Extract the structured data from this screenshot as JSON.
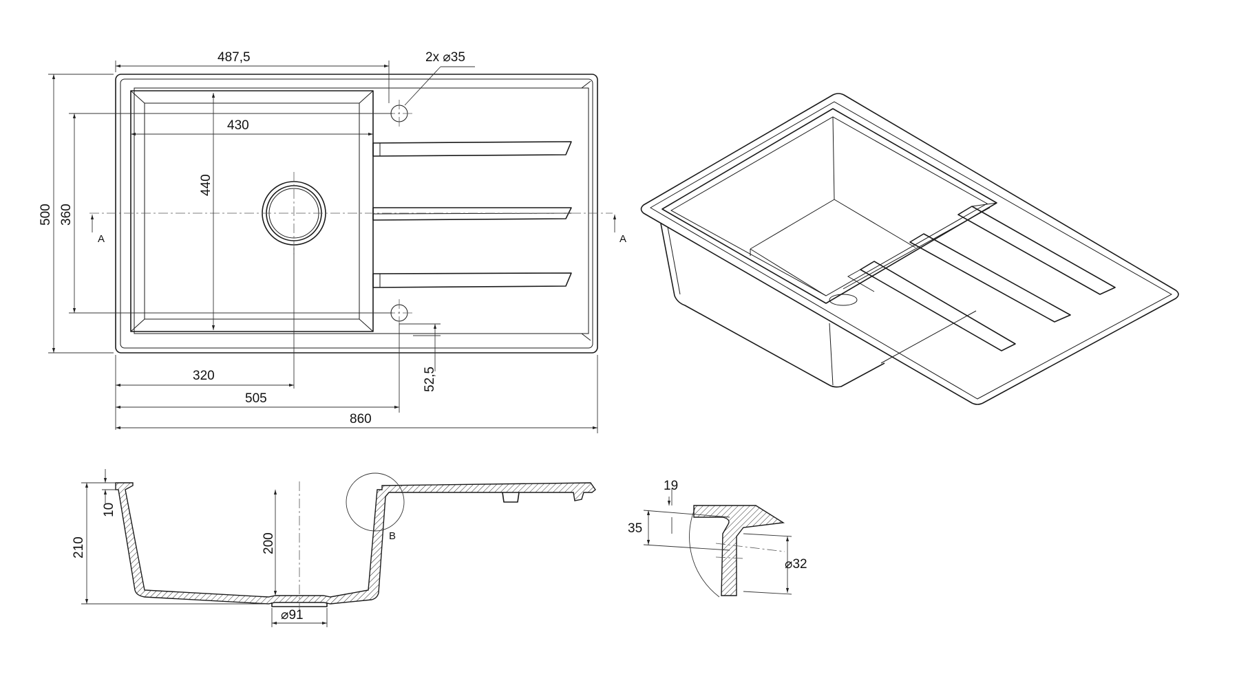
{
  "top_view": {
    "dims": {
      "bowl_center_x": "487,5",
      "tap_holes": "2x ⌀35",
      "bowl_width": "430",
      "bowl_length": "440",
      "overall_depth": "500",
      "bowl_depth": "360",
      "drain_offset": "320",
      "hole_offset": "505",
      "overall_width": "860",
      "hole_edge_offset": "52,5"
    },
    "section_marker": "A"
  },
  "section_view": {
    "dims": {
      "flange": "10",
      "total_height": "210",
      "bowl_height": "200",
      "drain_diameter": "⌀91"
    },
    "detail_marker": "B"
  },
  "detail_view": {
    "dims": {
      "rim_width": "19",
      "rim_height": "35",
      "hole_diameter": "⌀32"
    }
  }
}
